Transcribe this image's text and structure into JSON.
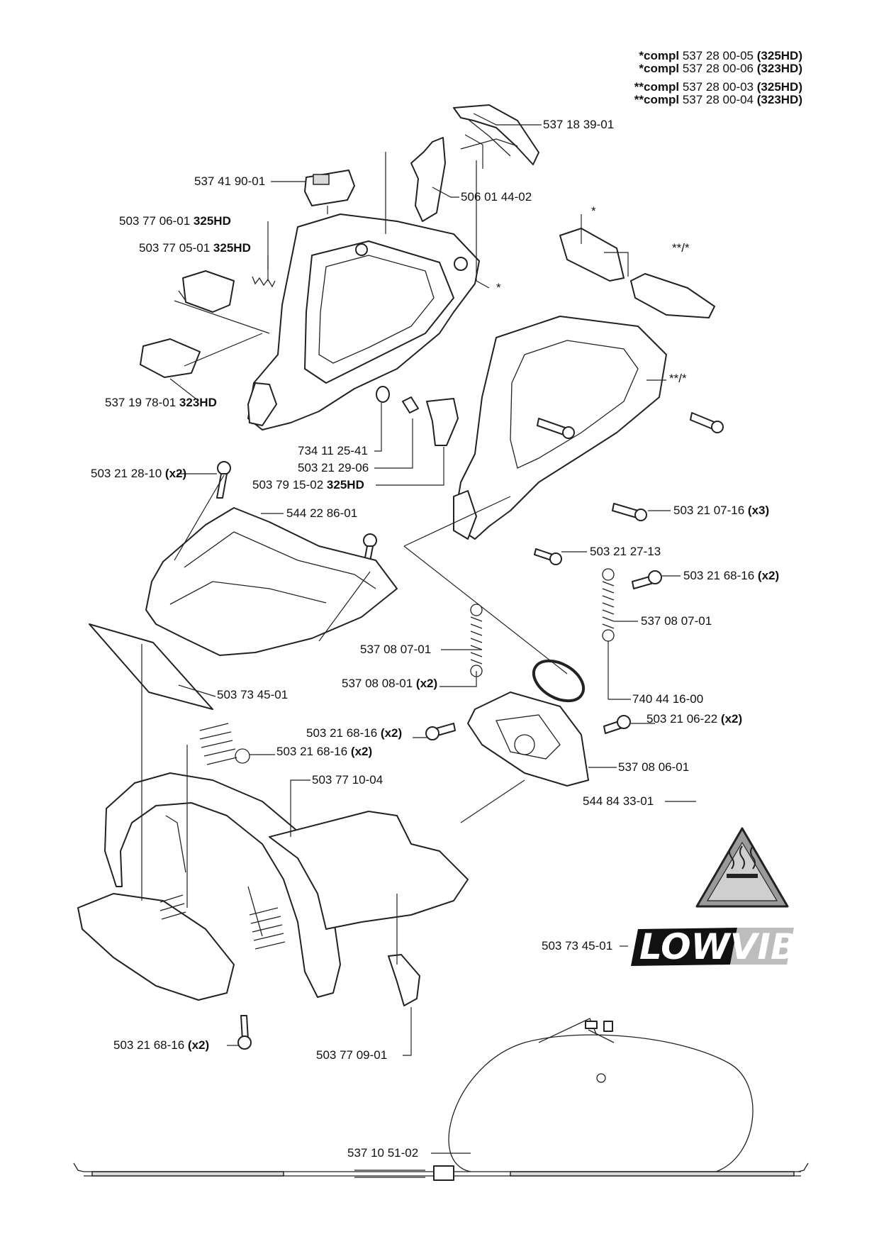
{
  "notes": [
    {
      "prefix": "*compl",
      "number": "537 28 00-05",
      "model": "(325HD)"
    },
    {
      "prefix": "*compl",
      "number": "537 28 00-06",
      "model": "(323HD)"
    },
    {
      "prefix": "**compl",
      "number": "537 28 00-03",
      "model": "(325HD)"
    },
    {
      "prefix": "**compl",
      "number": "537 28 00-04",
      "model": "(323HD)"
    }
  ],
  "labels": {
    "p1": {
      "num": "537 18 39-01",
      "bold": ""
    },
    "p2": {
      "num": "537 41 90-01",
      "bold": ""
    },
    "p3": {
      "num": "506 01 44-02",
      "bold": ""
    },
    "p4": {
      "num": "503 77 06-01 ",
      "bold": "325HD"
    },
    "p5": {
      "num": "503 77 05-01 ",
      "bold": "325HD"
    },
    "p6": {
      "num": "*",
      "bold": ""
    },
    "p7": {
      "num": "*",
      "bold": ""
    },
    "p8": {
      "num": "**/*",
      "bold": ""
    },
    "p9": {
      "num": "**/*",
      "bold": ""
    },
    "p10": {
      "num": "537 19 78-01 ",
      "bold": "323HD"
    },
    "p11": {
      "num": "734 11 25-41",
      "bold": ""
    },
    "p12": {
      "num": "503 21 29-06",
      "bold": ""
    },
    "p13": {
      "num": "503 79 15-02 ",
      "bold": "325HD"
    },
    "p14": {
      "num": "503 21 28-10 ",
      "bold": "(x2)"
    },
    "p15": {
      "num": "544 22 86-01",
      "bold": ""
    },
    "p16": {
      "num": "503 21 07-16 ",
      "bold": "(x3)"
    },
    "p17": {
      "num": "503  21 27-13",
      "bold": ""
    },
    "p18": {
      "num": "503 21 68-16 ",
      "bold": "(x2)"
    },
    "p19": {
      "num": "537 08 07-01",
      "bold": ""
    },
    "p20": {
      "num": "537 08 07-01",
      "bold": ""
    },
    "p21": {
      "num": "537 08 08-01 ",
      "bold": "(x2)"
    },
    "p22": {
      "num": "503 73 45-01",
      "bold": ""
    },
    "p23": {
      "num": "740 44 16-00",
      "bold": ""
    },
    "p24": {
      "num": "503 21 68-16 ",
      "bold": "(x2)"
    },
    "p25": {
      "num": "503 21 06-22 ",
      "bold": "(x2)"
    },
    "p26": {
      "num": "503 21 68-16 ",
      "bold": "(x2)"
    },
    "p27": {
      "num": "537 08 06-01",
      "bold": ""
    },
    "p28": {
      "num": "503 77 10-04",
      "bold": ""
    },
    "p29": {
      "num": "544 84 33-01",
      "bold": ""
    },
    "p30": {
      "num": "503 73 45-01",
      "bold": ""
    },
    "p31": {
      "num": "503 21 68-16 ",
      "bold": "(x2)"
    },
    "p32": {
      "num": "503 77 09-01",
      "bold": ""
    },
    "p33": {
      "num": "537 10 51-02",
      "bold": ""
    }
  },
  "logo_text": "LOWVIB"
}
